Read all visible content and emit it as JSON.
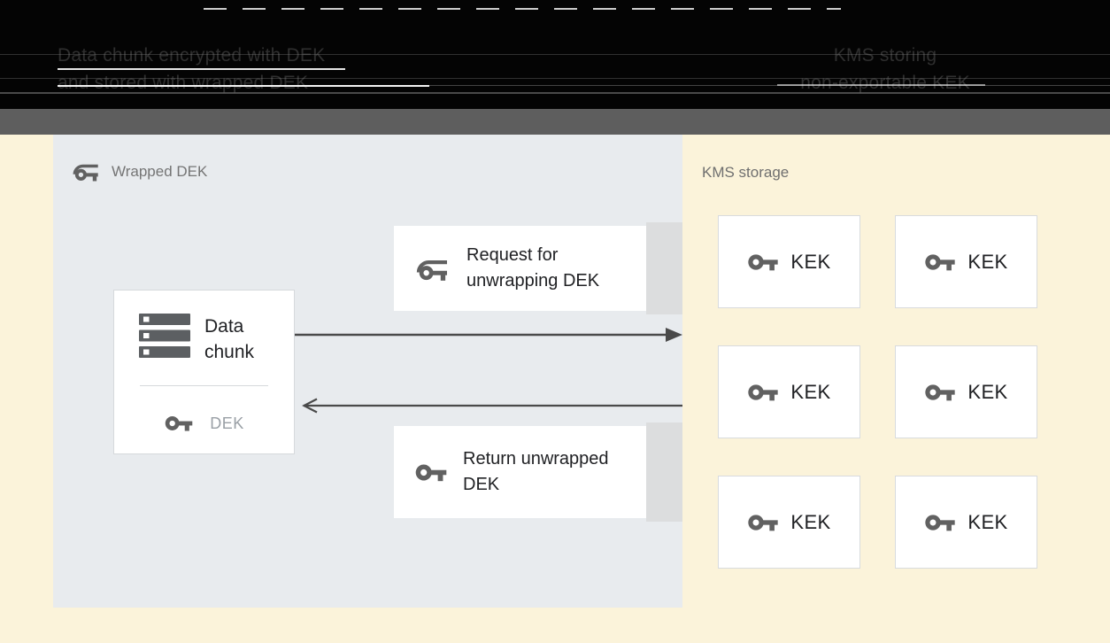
{
  "banner": {
    "left": {
      "line1": "Data chunk encrypted with DEK",
      "line2": "and stored with wrapped DEK"
    },
    "right": {
      "line1": "KMS storing",
      "line2": "non-exportable KEK"
    }
  },
  "diagram": {
    "wrapped_panel": {
      "label": "Wrapped DEK",
      "data_chunk": {
        "title": "Data chunk",
        "key_label": "DEK"
      },
      "request_box": {
        "label": "Request for unwrapping DEK"
      },
      "return_box": {
        "label": "Return unwrapped DEK"
      }
    },
    "kms": {
      "label": "KMS storage",
      "keks": [
        "KEK",
        "KEK",
        "KEK",
        "KEK",
        "KEK",
        "KEK"
      ]
    }
  },
  "colors": {
    "page_background": "#FBF3DA",
    "panel_background": "#E8EBEE",
    "banner_background": "#040404",
    "banner_text": "#2F2F2F",
    "divider_bar": "#5E5E5E",
    "box_white": "#FFFFFF",
    "box_border": "#D8DBDE",
    "box_side_strip": "#DCDDDE",
    "icon_gray": "#616161",
    "arrow_gray": "#4A4A4A",
    "text_dark": "#202124",
    "text_gray": "#757575",
    "dek_text_gray": "#9AA0A6"
  }
}
